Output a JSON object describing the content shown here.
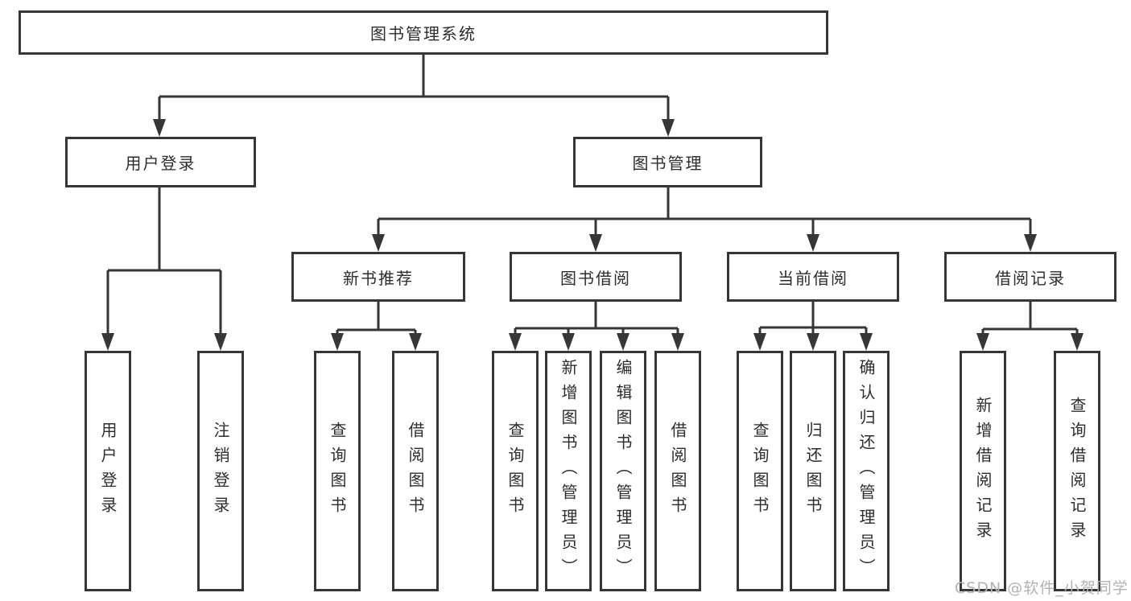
{
  "colors": {
    "line": "#363636",
    "text": "#2d2d2d",
    "watermark": "#b2b2b2",
    "background": "#ffffff"
  },
  "root": {
    "label": "图书管理系统"
  },
  "level2": {
    "user_login": {
      "label": "用户登录"
    },
    "book_management": {
      "label": "图书管理"
    }
  },
  "level3": {
    "new_book_recommend": {
      "label": "新书推荐"
    },
    "book_borrowing": {
      "label": "图书借阅"
    },
    "current_borrowing": {
      "label": "当前借阅"
    },
    "borrowing_records": {
      "label": "借阅记录"
    }
  },
  "leaves": {
    "user_login": [
      "用户登录",
      "注销登录"
    ],
    "new_book_recommend": [
      "查询图书",
      "借阅图书"
    ],
    "book_borrowing": [
      "查询图书",
      "新增图书（管理员）",
      "编辑图书（管理员）",
      "借阅图书"
    ],
    "current_borrowing": [
      "查询图书",
      "归还图书",
      "确认归还（管理员）"
    ],
    "borrowing_records": [
      "新增借阅记录",
      "查询借阅记录"
    ]
  },
  "watermark": "CSDN @软件_小贺同学"
}
